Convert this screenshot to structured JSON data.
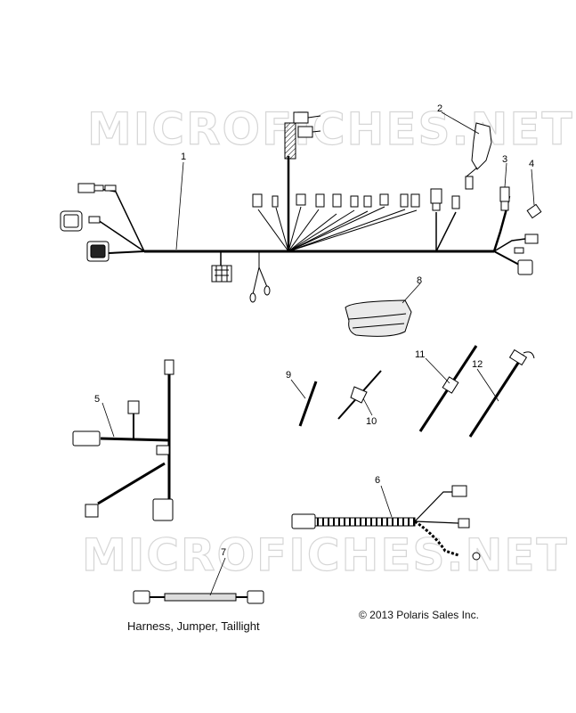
{
  "watermarks": [
    "MICROFICHES.NET",
    "MICROFICHES.NET"
  ],
  "callouts": [
    {
      "id": "1",
      "label": "1"
    },
    {
      "id": "2",
      "label": "2"
    },
    {
      "id": "3",
      "label": "3"
    },
    {
      "id": "4",
      "label": "4"
    },
    {
      "id": "5",
      "label": "5"
    },
    {
      "id": "6",
      "label": "6"
    },
    {
      "id": "7",
      "label": "7"
    },
    {
      "id": "8",
      "label": "8"
    },
    {
      "id": "9",
      "label": "9"
    },
    {
      "id": "10",
      "label": "10"
    },
    {
      "id": "11",
      "label": "11"
    },
    {
      "id": "12",
      "label": "12"
    }
  ],
  "caption": "Harness, Jumper, Taillight",
  "copyright": "© 2013 Polaris Sales Inc."
}
